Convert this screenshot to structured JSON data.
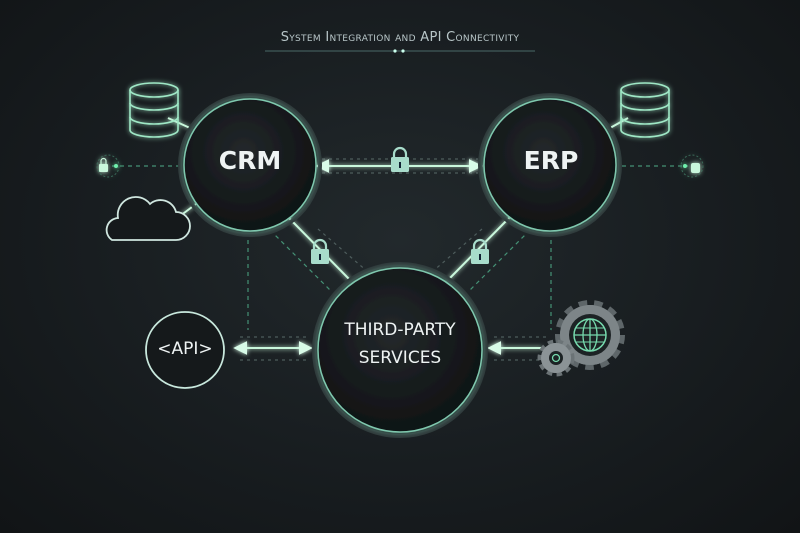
{
  "title": "System Integration and API Connectivity",
  "colors": {
    "background": "#181d20",
    "accent_green": "#3ee08c",
    "node_fill": "#141719",
    "node_stroke": "#8fb8ad",
    "text": "#eef3f3",
    "lock": "#a8dccb",
    "gear": "#8b9396"
  },
  "nodes": {
    "crm": {
      "label": "CRM"
    },
    "erp": {
      "label": "ERP"
    },
    "third_party": {
      "line1": "THIRD-PARTY",
      "line2": "SERVICES"
    },
    "api": {
      "label": "<API>"
    }
  },
  "icons": {
    "crm_database": "database-icon",
    "erp_database": "database-icon",
    "cloud": "cloud-icon",
    "left_lock": "lock-icon",
    "right_lock": "lock-icon",
    "gears_globe": "gears-globe-icon",
    "link_locks": [
      "lock-icon",
      "lock-icon",
      "lock-icon"
    ]
  },
  "connections": [
    {
      "from": "CRM",
      "to": "ERP",
      "type": "bidirectional",
      "secured": true
    },
    {
      "from": "CRM",
      "to": "THIRD-PARTY SERVICES",
      "type": "link",
      "secured": true
    },
    {
      "from": "ERP",
      "to": "THIRD-PARTY SERVICES",
      "type": "link",
      "secured": true
    },
    {
      "from": "<API>",
      "to": "THIRD-PARTY SERVICES",
      "type": "bidirectional",
      "secured": false
    },
    {
      "from": "Gears/Globe",
      "to": "THIRD-PARTY SERVICES",
      "type": "inbound",
      "secured": false
    }
  ]
}
